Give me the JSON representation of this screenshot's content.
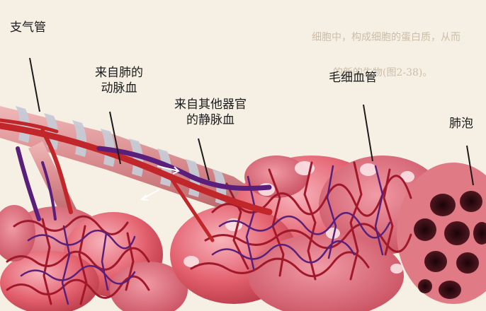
{
  "labels": {
    "trachea": "支气管",
    "pulmonary_artery_line1": "来自肺的",
    "pulmonary_artery_line2": "动脉血",
    "vein_line1": "来自其他器官",
    "vein_line2": "的静脉血",
    "capillary": "毛细血管",
    "alveolus": "肺泡"
  },
  "background_text": {
    "line1": "细胞中，构成细胞的蛋白质，从而",
    "line2": "的新的生物(图2-38)。"
  },
  "colors": {
    "background": "#f6efe4",
    "artery": "#c0262a",
    "vein": "#5a1f7a",
    "bronchus": "#d98b8e",
    "bronchus_ring": "#c7cbd6",
    "alveolus_fill": "#e7707c",
    "alveolus_dark": "#3a0d14",
    "leader_line": "#1b1b1b"
  }
}
